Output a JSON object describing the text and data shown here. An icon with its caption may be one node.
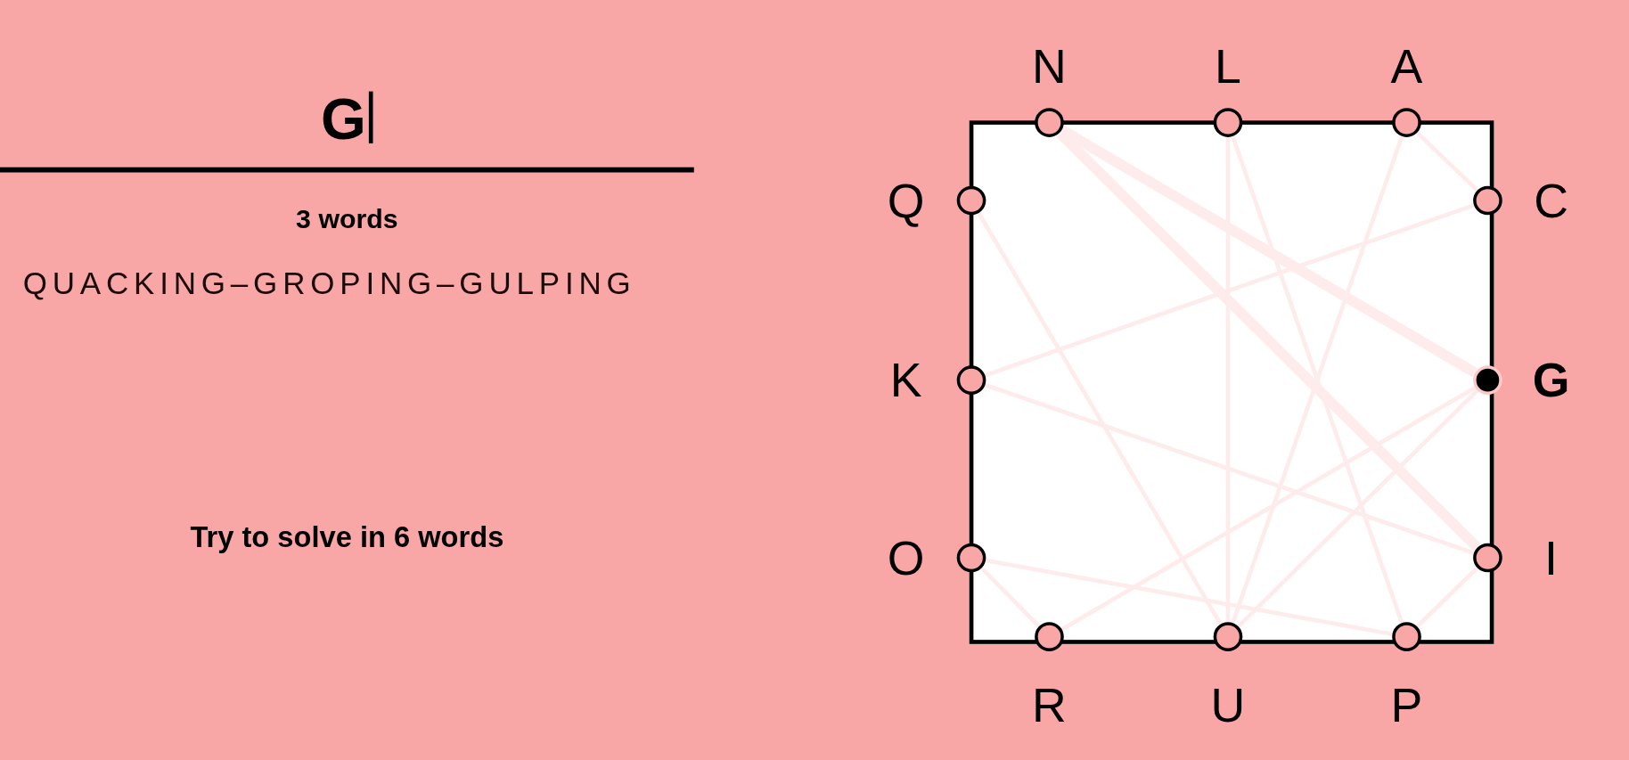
{
  "diagram": {
    "nodes": [
      {
        "text": [
          "N"
        ]
      },
      {
        "text": [
          "L"
        ]
      },
      {
        "text": [
          "A"
        ]
      },
      {
        "text": [
          "Q"
        ]
      },
      {
        "text": [
          "C"
        ]
      },
      {
        "text": [
          "K"
        ]
      },
      {
        "text": [
          "G"
        ]
      },
      {
        "text": [
          "O"
        ]
      },
      {
        "text": [
          "I"
        ]
      },
      {
        "text": [
          "R"
        ]
      },
      {
        "text": [
          "U"
        ]
      },
      {
        "text": [
          "P"
        ]
      }
    ],
    "edges": [
      {
        "from": 3,
        "to": 10,
        "arrow": "none"
      },
      {
        "from": 10,
        "to": 2,
        "arrow": "none"
      },
      {
        "from": 2,
        "to": 4,
        "arrow": "none"
      },
      {
        "from": 4,
        "to": 5,
        "arrow": "none"
      },
      {
        "from": 5,
        "to": 8,
        "arrow": "none"
      },
      {
        "from": 8,
        "to": 0,
        "arrow": "none",
        "style": "thick"
      },
      {
        "from": 0,
        "to": 6,
        "arrow": "none",
        "style": "thick"
      },
      {
        "from": 6,
        "to": 9,
        "arrow": "none"
      },
      {
        "from": 9,
        "to": 7,
        "arrow": "none"
      },
      {
        "from": 7,
        "to": 11,
        "arrow": "none"
      },
      {
        "from": 11,
        "to": 8,
        "arrow": "none"
      },
      {
        "from": 6,
        "to": 10,
        "arrow": "none"
      },
      {
        "from": 10,
        "to": 1,
        "arrow": "none"
      },
      {
        "from": 1,
        "to": 11,
        "arrow": "none"
      }
    ],
    "labels": [
      "G",
      "3 words",
      "QUACKING–GROPING–GULPING",
      "Try to solve in 6 words"
    ]
  }
}
